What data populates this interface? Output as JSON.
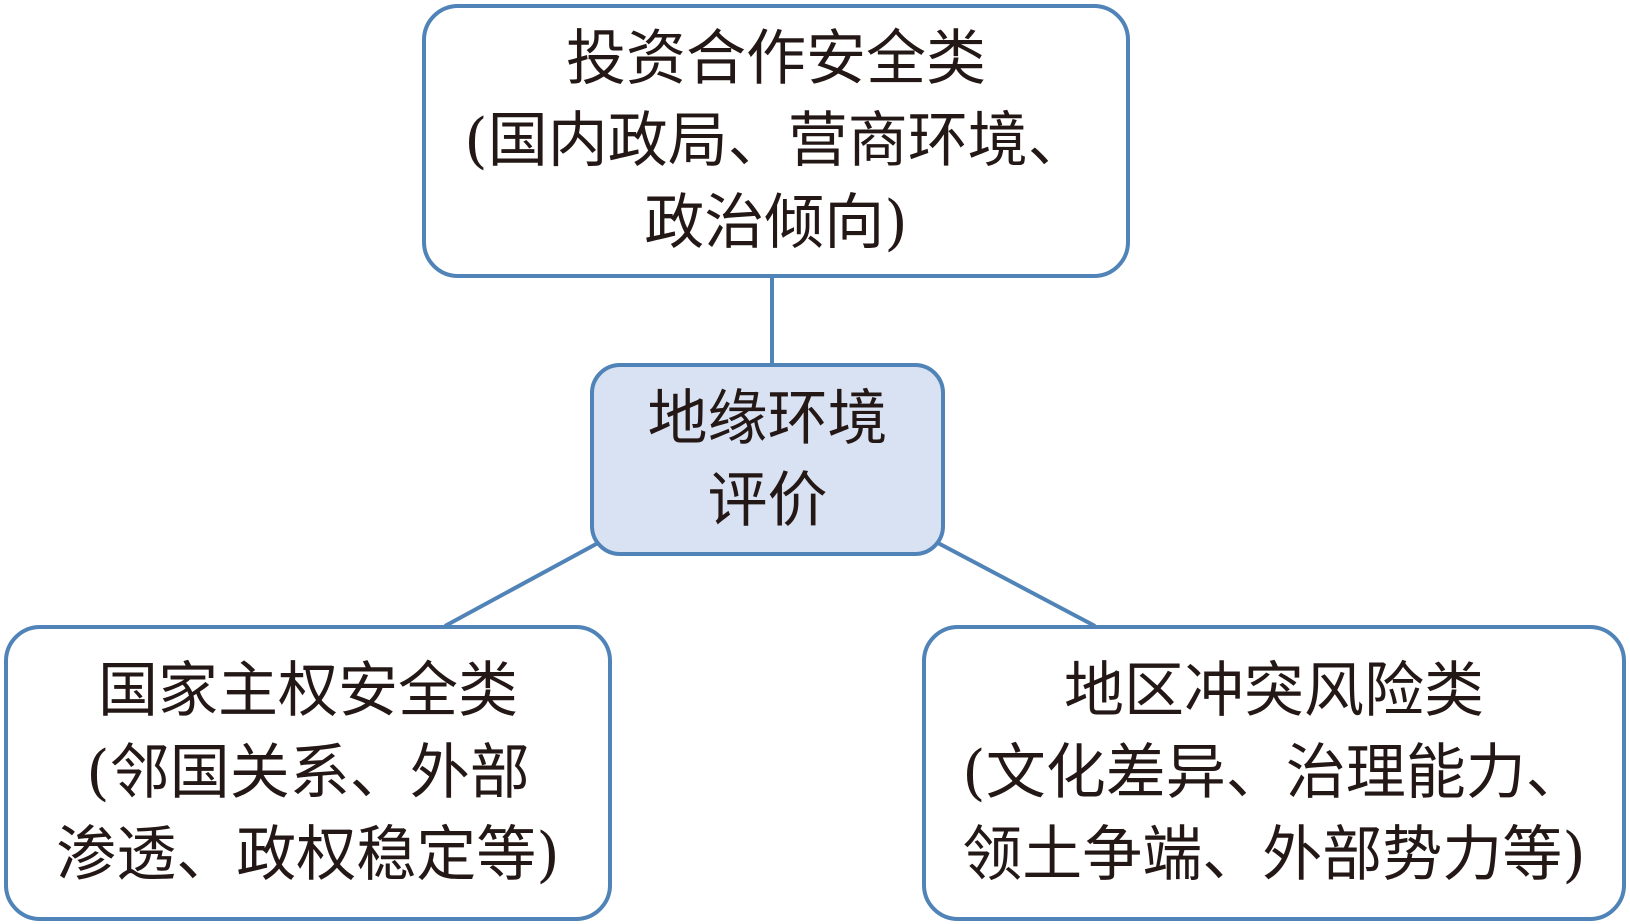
{
  "center": {
    "lines": [
      "地缘环境",
      "评价"
    ]
  },
  "top": {
    "lines": [
      "投资合作安全类",
      "(国内政局、营商环境、",
      "政治倾向)"
    ]
  },
  "bottom_left": {
    "lines": [
      "国家主权安全类",
      "(邻国关系、外部",
      "渗透、政权稳定等)"
    ]
  },
  "bottom_right": {
    "lines": [
      "地区冲突风险类",
      "(文化差异、治理能力、",
      "领土争端、外部势力等)"
    ]
  },
  "colors": {
    "border": "#5083b7",
    "center_fill": "#d9e2f2",
    "text": "#231815"
  }
}
